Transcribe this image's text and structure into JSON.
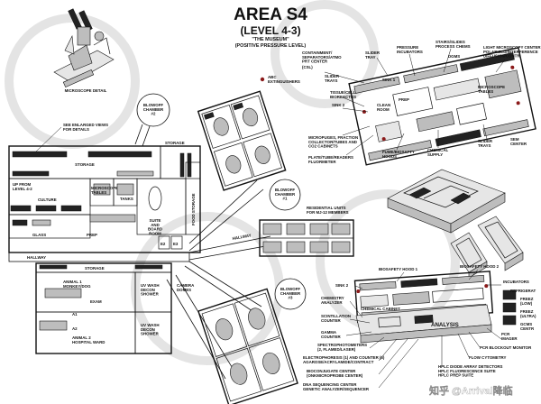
{
  "header": {
    "title": "AREA S4",
    "subtitle": "(LEVEL 4-3)",
    "museum": "\"THE MUSEUM\"",
    "pressure": "(POSITIVE PRESSURE LEVEL)"
  },
  "legend": {
    "abc_extinguishers": "ABC\nEXTINGUISHERS"
  },
  "microscope": {
    "label": "MICROSCOPE DETAIL"
  },
  "left_labels": {
    "enlarged_views": "SEE ENLARGED VIEWS\nFOR DETAILS",
    "storage_top": "STORAGE",
    "up_from": "UP FROM\nLEVEL 4-2",
    "culture": "CULTURE",
    "microscope_tables": "MICROSCOPE\nTABLES",
    "tanks": "TANKS",
    "storage_left": "STORAGE",
    "suite_board": "SUITE\nAND\nBOARD\nROOM",
    "glass": "GLASS",
    "prep": "PREP",
    "e2": "E2",
    "e3": "E3",
    "hallway_left": "HALLWAY",
    "storage_mid": "STORAGE",
    "animal_cages": "ANIMAL 1\nMONKEY/DOG\nCAGES",
    "exam": "EXAM",
    "uv_wash_top": "UV WASH\nDECON\nSHOWER",
    "camera_domes": "CAMERA\nDOMES",
    "a1": "A1",
    "a2": "A2",
    "animal_ward": "ANIMAL 2\nHOSPITAL WARD",
    "uv_wash_bottom": "UV WASH\nDECON\nSHOWER",
    "blowoff_2": "BLOWOFF\nCHAMBER\n#2",
    "blowoff_1": "BLOWOFF\nCHAMBER\n#1",
    "blowoff_3": "BLOWOFF\nCHAMBER\n#3",
    "residential": "RESIDENTIAL UNITS\nFOR MJ-12 MEMBERS",
    "hallway_mid": "HALLWAY",
    "food_storage": "FOOD STORAGE"
  },
  "top_lab": {
    "containment": "CONTAINMENT/\nSEPARATORS/ATMO\nPRT CENTER",
    "csl": "(CSL)",
    "slider_tray_a": "SLIDER\nTRAY",
    "pressure_incubators": "PRESSURE\nINCUBATORS",
    "stairs_slides": "STAIRS/SLIDES\nPROCESS CHEMS",
    "dgms": "DGMS",
    "light_microscope": "LIGHT MICROSCOPY CENTER\nPOLARIZED/INTERFERENCE\nDIFFUSION/CONTR",
    "slider_trays": "SLIDER\nTRAYS",
    "sink1": "SINK 1",
    "microscope_tables": "MICROSCOPE\nTABLES",
    "tissue_cell": "TISSUE/CELL\nBIOREACTRS",
    "prep": "PREP",
    "sink2": "SINK 2",
    "clean_room": "CLEAN\nROOM",
    "micropuges": "MICROPUGES, FRACTION\nCOLLECTOR/TUBES AND\nCO2 CABINETS",
    "plate_tube": "PLATE/TUBE/READERS\nFLUORMETER",
    "fume_hoods": "FUME/BIOSAFTY\nHOODS",
    "chemical_supply": "CHEMICAL\nSUPPLY",
    "slider_trays_b": "SLIDER\nTRAYS",
    "sem_center": "SEM\nCENTER"
  },
  "bottom_lab": {
    "biosafety_1": "BIOSAFETY HOOD 1",
    "biosafety_2": "BIOSAFETY HOOD 2",
    "sink2": "SINK 2",
    "incubators": "INCUBATORS",
    "refrigerators": "REFRIGERAT",
    "freezers_low": "FREEZ\n(LOW)",
    "freezers_ultra": "FREEZ\n(ULTRA)",
    "gcms": "GCMS\nCENTR",
    "chemical_cabinet": "CHEMICAL CABINET",
    "analysis": "ANALYSIS",
    "chemistry_analyzer": "CHEMISTRY\nANALYZER",
    "scintillation": "SCINTILLATION\nCOUNTER",
    "gamma": "GAMMA\nCOUNTER",
    "spectrophotometers": "SPECTROPHOTOMETERS\n(2, FLAMED/LASER)",
    "electrophoresis": "ELECTROPHORESIS (1) AND COUNTER (6)\nAGAROSE/ACRYLAMIDE/CONTRACT",
    "bioconjugate": "BIOCONJUGATE CENTER\n(ONKMICROPROBE CENTER)",
    "dna_sequencing": "DNA SEQUENCING CENTER\nGENETIC ANALYZER/SEQUENCER",
    "pcr_imager": "PCR\nIMAGER",
    "pcr_blockout": "PCR BLOCKOUT MONITOR",
    "flow_cytometry": "FLOW CYTOMETRY",
    "hplc": "HPLC DIODE ARRAY DETECTORS\nHPLC FLUORESCENCE SUITE\nHPLC PREP SUITE"
  },
  "watermark": {
    "text": "知乎 @Arrival降临"
  }
}
